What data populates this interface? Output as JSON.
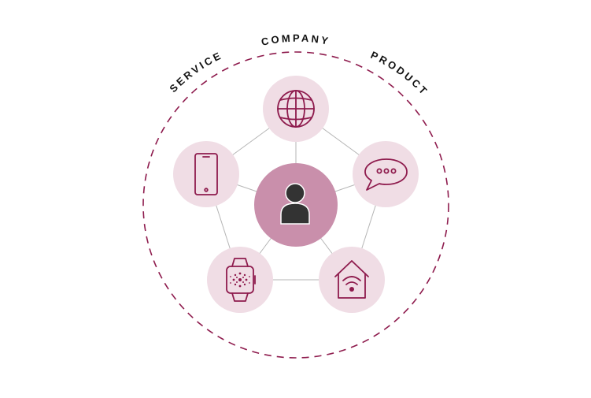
{
  "colors": {
    "accent": "#8e1b4d",
    "node_fill": "#f0dde5",
    "center_fill": "#c98fab",
    "connector": "#b5b5b5",
    "label_text": "#111111",
    "person_icon": "#333333"
  },
  "labels": {
    "service": "SERVICE",
    "company": "COMPANY",
    "product": "PRODUCT"
  },
  "nodes": {
    "center": {
      "icon": "person-icon"
    },
    "top": {
      "icon": "globe-icon"
    },
    "right": {
      "icon": "chat-bubble-icon"
    },
    "bottom_right": {
      "icon": "smart-home-wifi-icon"
    },
    "bottom_left": {
      "icon": "smartwatch-icon"
    },
    "left": {
      "icon": "smartphone-icon"
    }
  }
}
